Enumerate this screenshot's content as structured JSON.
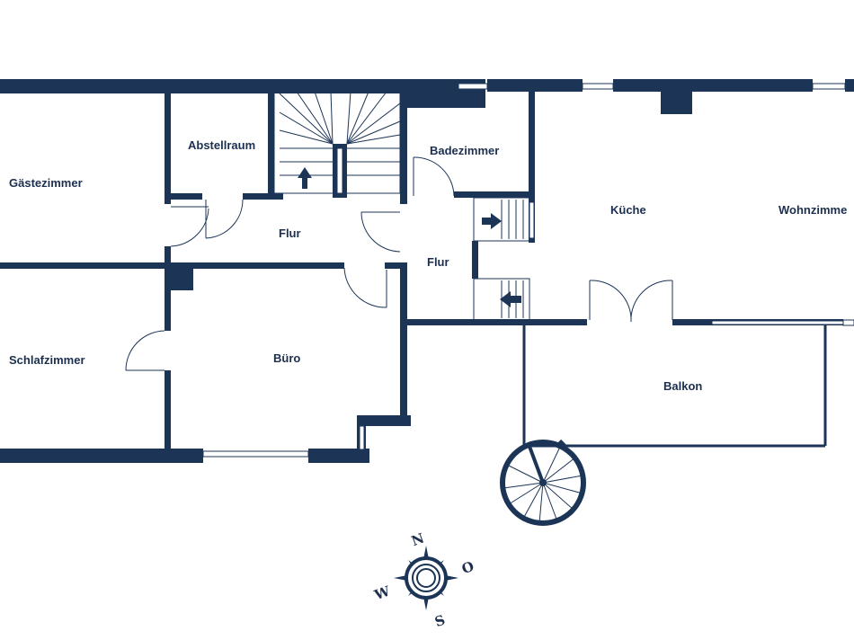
{
  "rooms": {
    "gaestezimmer": "Gästezimmer",
    "abstellraum": "Abstellraum",
    "badezimmer": "Badezimmer",
    "kueche": "Küche",
    "wohnzimmer": "Wohnzimme",
    "flur_left": "Flur",
    "flur_center": "Flur",
    "schlafzimmer": "Schlafzimmer",
    "buero": "Büro",
    "balkon": "Balkon"
  },
  "compass": {
    "north": "N",
    "south": "S",
    "east": "O",
    "west": "W"
  },
  "colors": {
    "wall": "#1c3557",
    "label": "#1c2f4f",
    "background": "#ffffff"
  }
}
